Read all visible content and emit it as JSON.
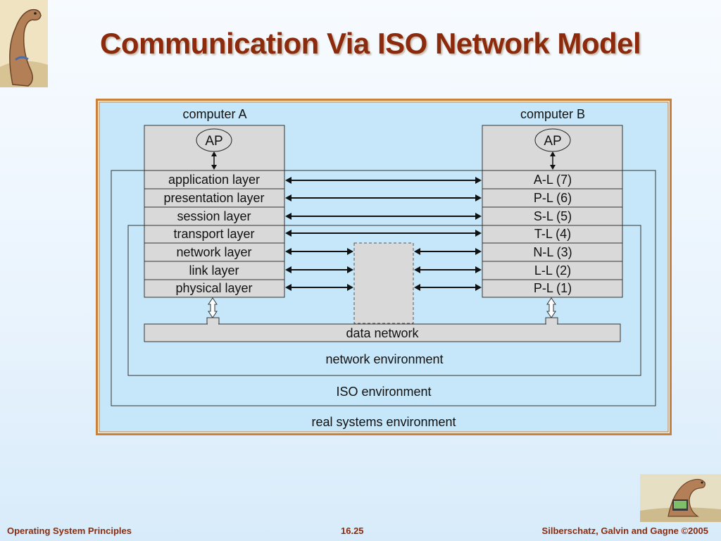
{
  "slide": {
    "title": "Communication Via ISO Network Model",
    "footer_left": "Operating System Principles",
    "footer_center": "16.25",
    "footer_right": "Silberschatz, Galvin and Gagne ©2005"
  },
  "diagram": {
    "computer_a": {
      "name": "computer A",
      "process": "AP",
      "layers": [
        "application layer",
        "presentation layer",
        "session layer",
        "transport layer",
        "network layer",
        "link layer",
        "physical layer"
      ]
    },
    "computer_b": {
      "name": "computer B",
      "process": "AP",
      "layers": [
        "A-L (7)",
        "P-L (6)",
        "S-L (5)",
        "T-L (4)",
        "N-L (3)",
        "L-L (2)",
        "P-L (1)"
      ]
    },
    "data_network": "data network",
    "network_environment": "network environment",
    "iso_environment": "ISO environment",
    "real_systems_environment": "real systems environment",
    "colors": {
      "panel_fill": "#c5e7f9",
      "panel_border": "#c9803a",
      "box_fill": "#d9d9d9",
      "title": "#8b2a0c"
    }
  }
}
